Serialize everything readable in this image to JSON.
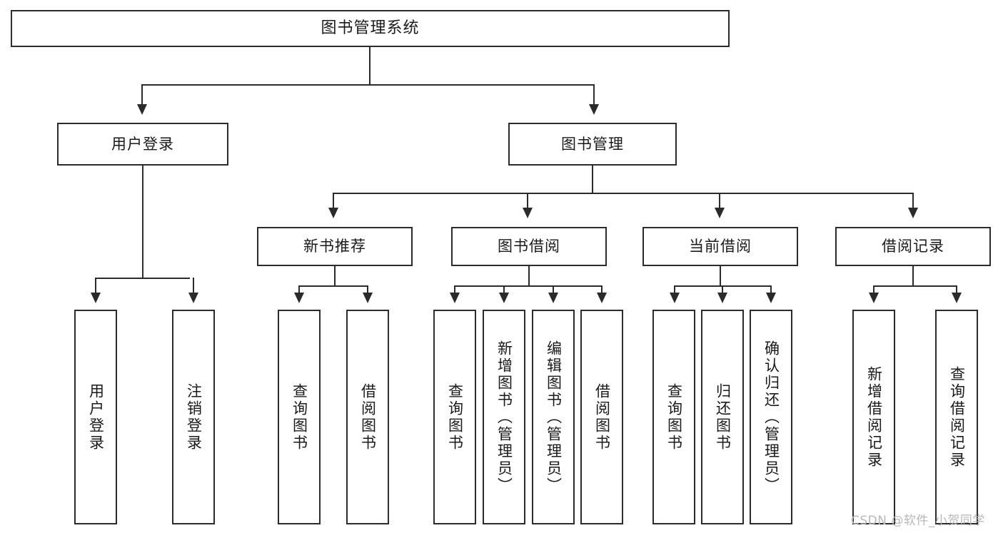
{
  "diagram": {
    "type": "tree-hierarchy",
    "title": "图书管理系统",
    "root": {
      "label": "图书管理系统"
    },
    "level1": [
      {
        "label": "用户登录"
      },
      {
        "label": "图书管理"
      }
    ],
    "level2": [
      {
        "label": "新书推荐",
        "parent": "图书管理"
      },
      {
        "label": "图书借阅",
        "parent": "图书管理"
      },
      {
        "label": "当前借阅",
        "parent": "图书管理"
      },
      {
        "label": "借阅记录",
        "parent": "图书管理"
      }
    ],
    "leaves": {
      "user_login": [
        {
          "label": "用户登录"
        },
        {
          "label": "注销登录"
        }
      ],
      "new_book_recommend": [
        {
          "label": "查询图书"
        },
        {
          "label": "借阅图书"
        }
      ],
      "book_borrow": [
        {
          "label": "查询图书"
        },
        {
          "label": "新增图书（管理员）"
        },
        {
          "label": "编辑图书（管理员）"
        },
        {
          "label": "借阅图书"
        }
      ],
      "current_borrow": [
        {
          "label": "查询图书"
        },
        {
          "label": "归还图书"
        },
        {
          "label": "确认归还（管理员）"
        }
      ],
      "borrow_record": [
        {
          "label": "新增借阅记录"
        },
        {
          "label": "查询借阅记录"
        }
      ]
    }
  },
  "watermark": {
    "text": "CSDN @软件_小贺同学"
  },
  "colors": {
    "stroke": "#2b2b2b",
    "background": "#ffffff",
    "text": "#1a1a1a",
    "watermark": "#b8b8b8"
  }
}
